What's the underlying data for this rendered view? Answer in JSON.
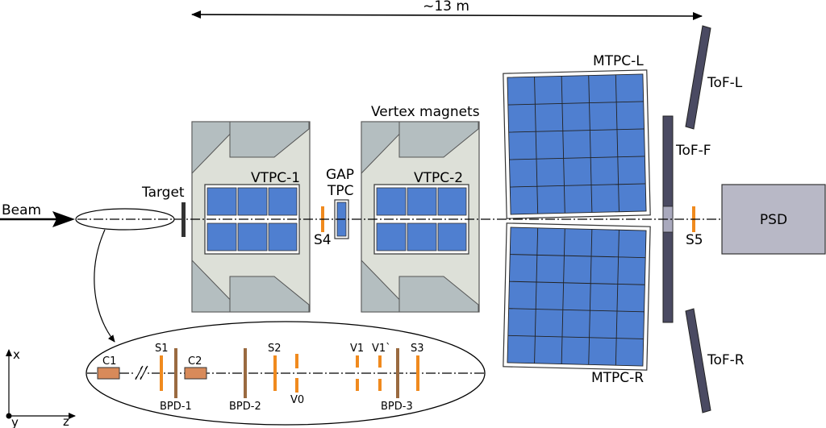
{
  "dimension": "~13 m",
  "beam": "Beam",
  "target": "Target",
  "vertex_magnets": "Vertex magnets",
  "vtpc1": "VTPC-1",
  "vtpc2": "VTPC-2",
  "gap_tpc": {
    "line1": "GAP",
    "line2": "TPC"
  },
  "s4": "S4",
  "s5": "S5",
  "mtpc_l": "MTPC-L",
  "mtpc_r": "MTPC-R",
  "tof_l": "ToF-L",
  "tof_f": "ToF-F",
  "tof_r": "ToF-R",
  "psd": "PSD",
  "inset": {
    "c1": "C1",
    "c2": "C2",
    "s1": "S1",
    "s2": "S2",
    "s3": "S3",
    "v0": "V0",
    "v1": "V1",
    "v1p": "V1`",
    "bpd1": "BPD-1",
    "bpd2": "BPD-2",
    "bpd3": "BPD-3"
  },
  "axes": {
    "x": "x",
    "y": "y",
    "z": "z"
  },
  "colors": {
    "tpc_cell": "#4f7fd0",
    "magnet_body": "#dde0d8",
    "magnet_pole": "#b4bec0",
    "tof": "#4a4a62",
    "psd": "#b8b8c6",
    "scintillator": "#f08a1e",
    "bpd": "#9a6a40",
    "collimator": "#d88a5a"
  }
}
